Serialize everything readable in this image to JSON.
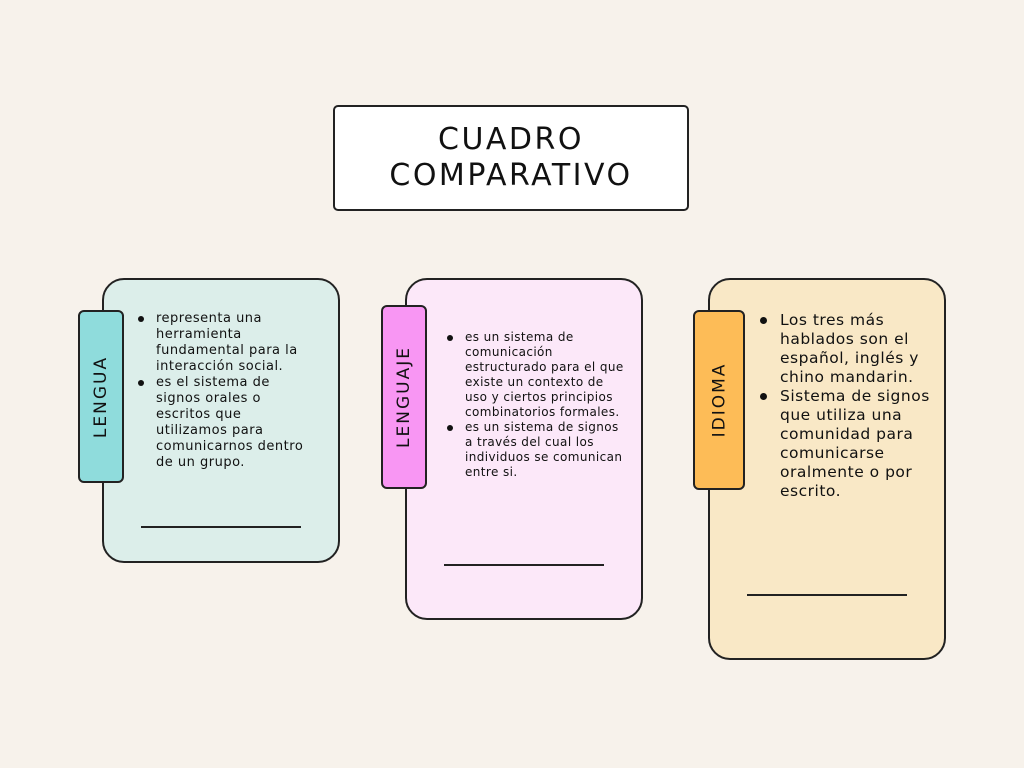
{
  "title": {
    "line1": "CUADRO",
    "line2": "COMPARATIVO"
  },
  "cards": [
    {
      "label": "LENGUA",
      "color": "#8fdcdc",
      "background": "#dceeea",
      "bullets": [
        "representa una herramienta fundamental para la interacción social.",
        "es el sistema de signos orales o escritos que utilizamos para comunicarnos dentro de un grupo."
      ]
    },
    {
      "label": "LENGUAJE",
      "color": "#f896f3",
      "background": "#fce8f9",
      "bullets": [
        "es un sistema de comunicación estructurado para el que existe un contexto de uso y ciertos principios combinatorios formales.",
        "es un sistema de signos a través del cual los individuos se comunican entre si."
      ]
    },
    {
      "label": "IDIOMA",
      "color": "#fdbc57",
      "background": "#f9e8c6",
      "bullets": [
        "Los tres más hablados son el español, inglés y chino mandarin.",
        "Sistema de signos que utiliza una comunidad para comunicarse oralmente o por escrito."
      ]
    }
  ]
}
